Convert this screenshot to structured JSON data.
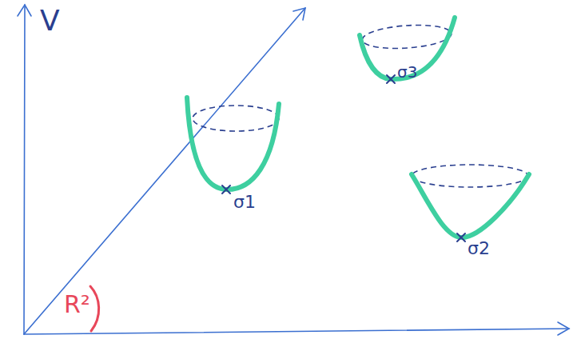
{
  "diagram": {
    "labels": [
      "V",
      "σ3",
      "σ1",
      "σ2",
      "R²"
    ]
  }
}
